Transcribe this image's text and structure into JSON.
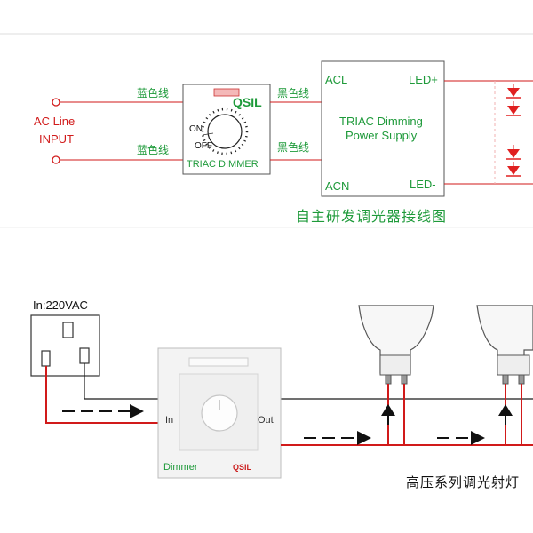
{
  "colors": {
    "label_green": "#1e9a3a",
    "wire_red": "#d11a1a",
    "wire_black": "#1a1a1a",
    "led_red": "#e02020",
    "brand_red": "#cc2222"
  },
  "top_diagram": {
    "ac_line_input": [
      "AC Line",
      "INPUT"
    ],
    "wire_blue_top": "蓝色线",
    "wire_blue_bottom": "蓝色线",
    "wire_black_top": "黑色线",
    "wire_black_bottom": "黑色线",
    "dimmer": {
      "brand": "QSIL",
      "on_label": "ON",
      "off_label": "OFF",
      "name": "TRIAC DIMMER"
    },
    "power_supply": {
      "acl": "ACL",
      "acn": "ACN",
      "led_plus": "LED+",
      "led_minus": "LED-",
      "name_line1": "TRIAC Dimming",
      "name_line2": "Power Supply"
    },
    "caption": "自主研发调光器接线图"
  },
  "bottom_diagram": {
    "socket_label": "In:220VAC",
    "panel_in": "In",
    "panel_out": "Out",
    "panel_name": "Dimmer",
    "panel_brand": "QSIL",
    "caption": "高压系列调光射灯"
  }
}
